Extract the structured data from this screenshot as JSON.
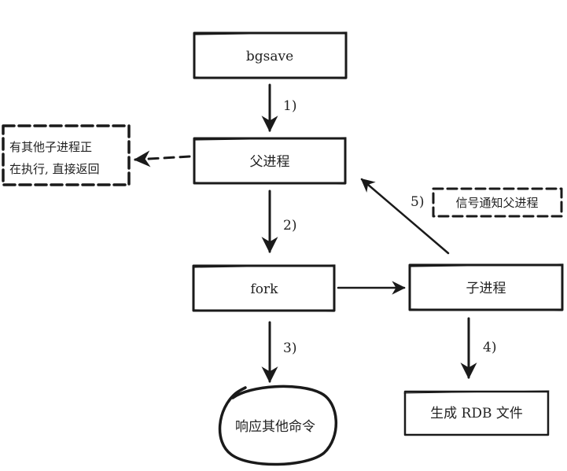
{
  "nodes": {
    "bgsave": "bgsave",
    "parent": "父进程",
    "fork": "fork",
    "child": "子进程",
    "rdb": "生成 RDB 文件",
    "respond": "响应其他命令"
  },
  "notes": {
    "other_child_line1": "有其他子进程正",
    "other_child_line2": "在执行, 直接返回",
    "signal": "信号通知父进程"
  },
  "steps": {
    "s1": "1)",
    "s2": "2)",
    "s3": "3)",
    "s4": "4)",
    "s5": "5)"
  },
  "colors": {
    "ink": "#1a1a1a",
    "background": "#ffffff"
  }
}
